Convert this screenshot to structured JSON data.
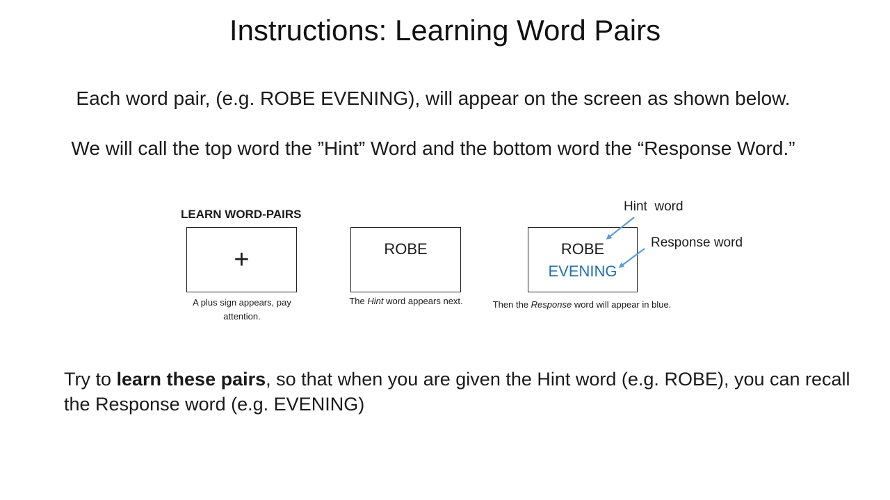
{
  "title": "Instructions: Learning Word Pairs",
  "intro": {
    "line1": "Each word pair, (e.g. ROBE EVENING), will appear on the screen as shown below.",
    "line2": "We will call the top word the ”Hint” Word and the bottom word the “Response Word.”"
  },
  "diagram": {
    "section_label": "LEARN WORD-PAIRS",
    "box1": {
      "symbol": "+",
      "caption": "A plus sign appears, pay attention."
    },
    "box2": {
      "hint_word": "ROBE",
      "caption_before": "The ",
      "caption_italic": "Hint",
      "caption_after": " word appears next."
    },
    "box3": {
      "hint_word": "ROBE",
      "response_word": "EVENING",
      "caption_before": "Then the ",
      "caption_italic": "Response",
      "caption_after": " word will appear in blue."
    },
    "hint_label": "Hint  word",
    "response_label": "Response word",
    "colors": {
      "response_text": "#1f6fb5",
      "arrow": "#5b9bd5"
    }
  },
  "instruction": {
    "before": "Try to ",
    "bold": "learn these pairs",
    "after": ", so that when you are given the Hint word (e.g. ROBE), you can recall the Response word (e.g. EVENING)"
  }
}
